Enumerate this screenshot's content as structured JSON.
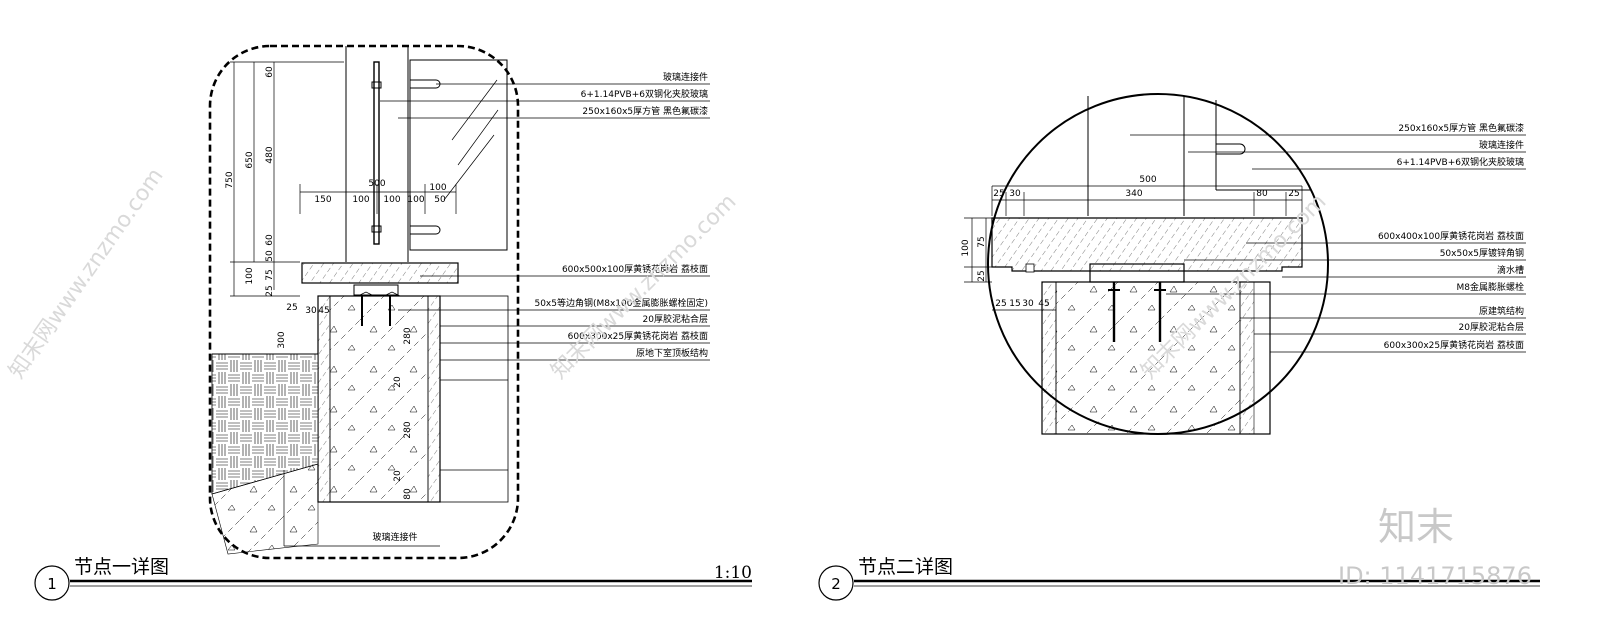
{
  "detail1": {
    "title": "节点一详图",
    "number": "1",
    "scale": "1:10",
    "labels": [
      "玻璃连接件",
      "6+1.14PVB+6双钢化夹胶玻璃",
      "250x160x5厚方管 黑色氟碳漆",
      "600x500x100厚黄锈花岗岩 荔枝面",
      "50x5等边角钢(M8x100金属膨胀螺栓固定)",
      "20厚胶泥粘合层",
      "600x300x25厚黄锈花岗岩 荔枝面",
      "原地下室顶板结构"
    ],
    "bottom_label": "玻璃连接件",
    "dims_vertical": [
      "750",
      "650",
      "480",
      "60",
      "60",
      "50",
      "75",
      "100",
      "25",
      "300"
    ],
    "dims_horizontal_top": "500",
    "dims_horizontal": [
      "150",
      "100",
      "100",
      "100",
      "50",
      "100"
    ],
    "dims_small": [
      "25",
      "30",
      "45"
    ],
    "dims_inner": [
      "280",
      "20",
      "280",
      "20",
      "80"
    ]
  },
  "detail2": {
    "title": "节点二详图",
    "number": "2",
    "labels": [
      "250x160x5厚方管 黑色氟碳漆",
      "玻璃连接件",
      "6+1.14PVB+6双钢化夹胶玻璃",
      "600x400x100厚黄锈花岗岩 荔枝面",
      "50x50x5厚镀锌角钢",
      "滴水槽",
      "M8金属膨胀螺栓",
      "原建筑结构",
      "20厚胶泥粘合层",
      "600x300x25厚黄锈花岗岩 荔枝面"
    ],
    "dims_top": "500",
    "dims_row": [
      "25",
      "30",
      "340",
      "80",
      "25"
    ],
    "dims_vertical": [
      "100",
      "75",
      "25"
    ],
    "dims_bottom": [
      "25",
      "15",
      "30",
      "45"
    ]
  },
  "watermark": {
    "text": "知末网www.znzmo.com",
    "logo": "知末",
    "id": "ID: 1141715876"
  }
}
